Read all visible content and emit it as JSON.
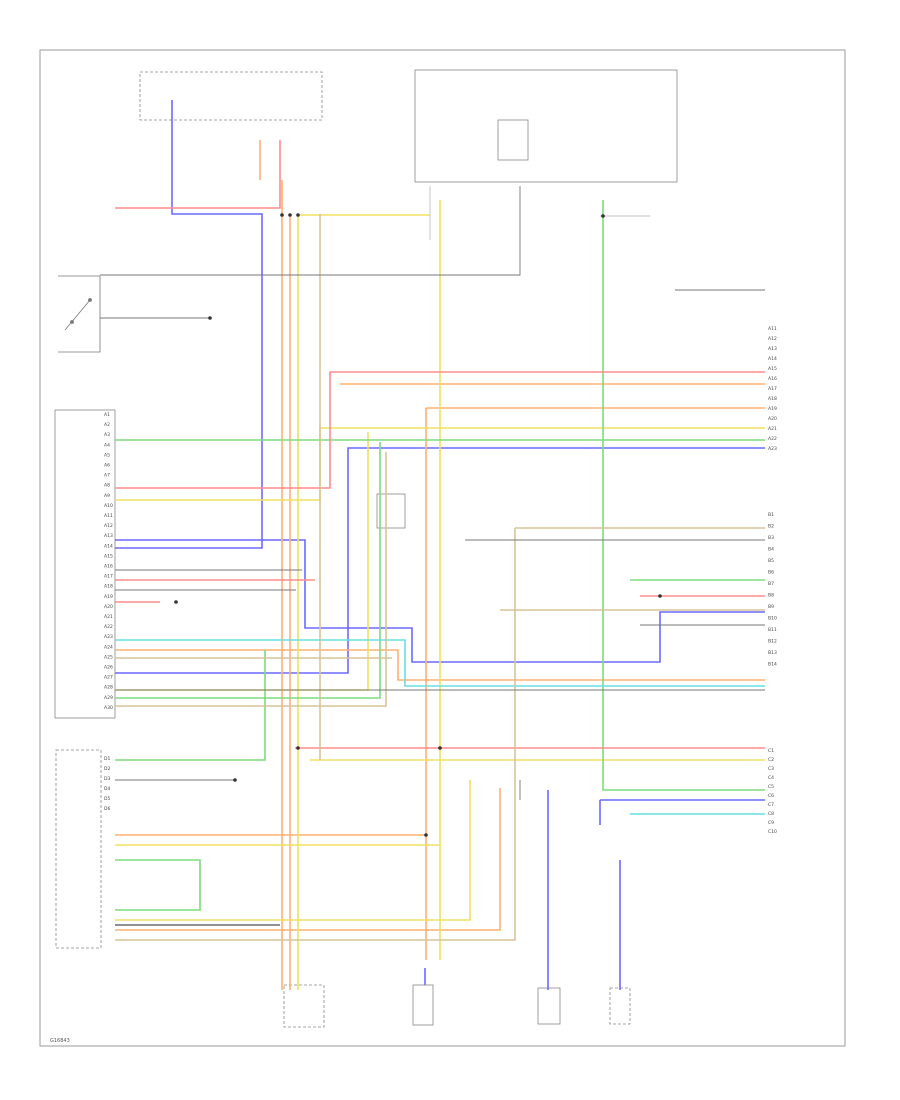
{
  "footer": {
    "code": "G16843"
  },
  "wire_colors": {
    "blue": "#6a6aff",
    "orange": "#ffb070",
    "yellow": "#f0e060",
    "green": "#7ddb7d",
    "pink": "#ff8c8c",
    "cyan": "#66e0e0",
    "tan": "#d6c49a",
    "gray": "#777777",
    "black": "#222222",
    "light_gray": "#cfcfcf"
  },
  "right_connector": {
    "group1_pins": [
      "A11",
      "A12",
      "A13",
      "A14",
      "A15",
      "A16",
      "A17",
      "A18",
      "A19",
      "A20",
      "A21",
      "A22",
      "A23"
    ],
    "group2_pins": [
      "B1",
      "B2",
      "B3",
      "B4",
      "B5",
      "B6",
      "B7",
      "B8",
      "B9",
      "B10",
      "B11",
      "B12",
      "B13",
      "B14"
    ],
    "group3_pins": [
      "C1",
      "C2",
      "C3",
      "C4",
      "C5",
      "C6",
      "C7",
      "C8",
      "C9",
      "C10"
    ]
  },
  "left_connector": {
    "pins": [
      "A1",
      "A2",
      "A3",
      "A4",
      "A5",
      "A6",
      "A7",
      "A8",
      "A9",
      "A10",
      "A11",
      "A12",
      "A13",
      "A14",
      "A15",
      "A16",
      "A17",
      "A18",
      "A19",
      "A20",
      "A21",
      "A22",
      "A23",
      "A24",
      "A25",
      "A26",
      "A27",
      "A28",
      "A29",
      "A30"
    ]
  },
  "bottom_connector": {
    "pins": [
      "D1",
      "D2",
      "D3",
      "D4",
      "D5",
      "D6"
    ]
  }
}
